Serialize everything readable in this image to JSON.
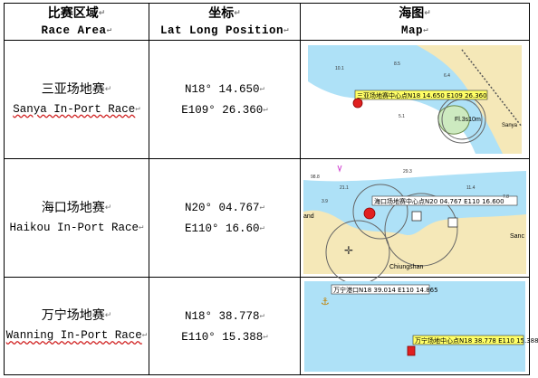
{
  "header": {
    "area_cn": "比赛区域",
    "area_en": "Race Area",
    "pos_cn": "坐标",
    "pos_en": "Lat Long Position",
    "map_cn": "海图",
    "map_en": "Map"
  },
  "rows": [
    {
      "area_cn": "三亚场地赛",
      "area_en": "Sanya In-Port Race",
      "lat": "N18° 14.650",
      "lon": "E109° 26.360",
      "map": {
        "label": "三亚场地赛中心点N18 14.650 E109 26.360",
        "light_label": "Fl.3s10m",
        "place_label": "Sanya",
        "soundings": [
          "10.1",
          "8.5",
          "6.4",
          "5.1"
        ]
      }
    },
    {
      "area_cn": "海口场地赛",
      "area_en": "Haikou In-Port Race",
      "lat": "N20° 04.767",
      "lon": "E110° 16.60",
      "map": {
        "label": "海口场地赛中心点N20 04.767 E110 16.600",
        "place_label": "Chiungshan",
        "place_label_2": "Sanc",
        "west_label": "and",
        "soundings": [
          "98.8",
          "29.3",
          "21.1",
          "11.4",
          "7.8",
          "3.9"
        ]
      }
    },
    {
      "area_cn": "万宁场地赛",
      "area_en": "Wanning In-Port Race",
      "lat": "N18° 38.778",
      "lon": "E110° 15.388",
      "map": {
        "label_top": "万宁港口N18 39.014 E110 14.865",
        "label_bottom": "万宁场地中心点N18 38.778 E110 15.388"
      }
    }
  ],
  "colors": {
    "sea_shallow": "#aee1f7",
    "sea_deep": "#ffffff",
    "land": "#f5e8b8",
    "marker": "#e02020",
    "label_bg": "#ffff66"
  },
  "icons": [
    "anchor-icon"
  ]
}
